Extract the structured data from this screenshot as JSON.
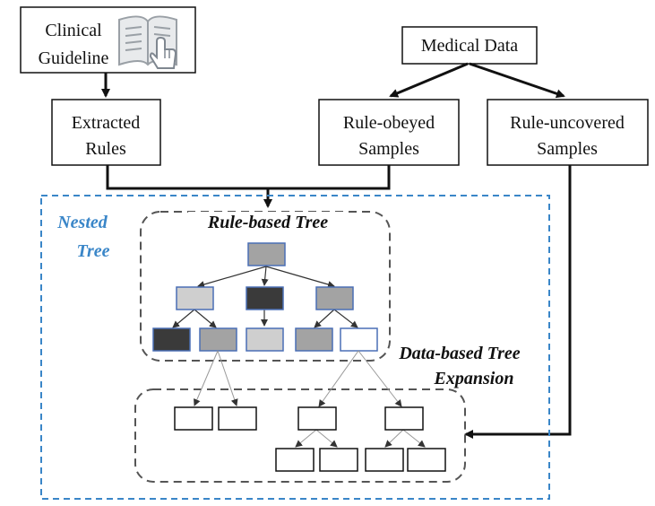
{
  "boxes": {
    "clinical_guideline": [
      "Clinical",
      "Guideline"
    ],
    "medical_data": "Medical Data",
    "extracted_rules": [
      "Extracted",
      "Rules"
    ],
    "rule_obeyed": [
      "Rule-obeyed",
      "Samples"
    ],
    "rule_uncovered": [
      "Rule-uncovered",
      "Samples"
    ]
  },
  "labels": {
    "nested_tree": [
      "Nested",
      "Tree"
    ],
    "rule_based_tree": "Rule-based Tree",
    "data_based_expansion": [
      "Data-based Tree",
      "Expansion"
    ]
  },
  "icons": {
    "guideline_icon": "open-book-hand-icon"
  },
  "colors": {
    "dashed_container": "#3a86c8",
    "node_border": "#4a6fb5",
    "node_dark": "#3a3a3a",
    "node_mid": "#a3a3a3",
    "node_light": "#cfcfcf"
  }
}
